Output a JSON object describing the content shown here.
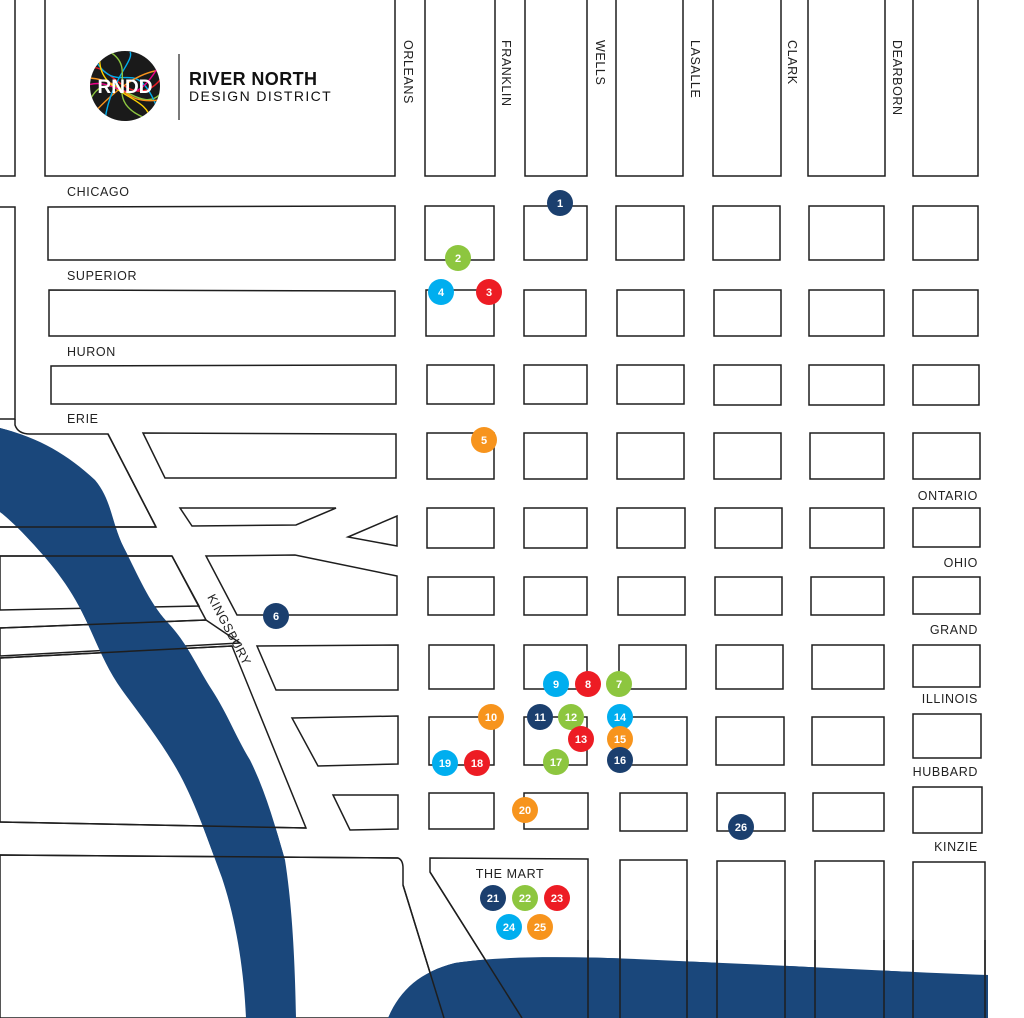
{
  "logo": {
    "badge_text": "RNDD",
    "title": "RIVER NORTH",
    "subtitle": "DESIGN DISTRICT"
  },
  "streets": {
    "orleans": "ORLEANS",
    "franklin": "FRANKLIN",
    "wells": "WELLS",
    "lasalle": "LASALLE",
    "clark": "CLARK",
    "dearborn": "DEARBORN",
    "chicago": "CHICAGO",
    "superior": "SUPERIOR",
    "huron": "HURON",
    "erie": "ERIE",
    "ontario": "ONTARIO",
    "ohio": "OHIO",
    "grand": "GRAND",
    "illinois": "ILLINOIS",
    "hubbard": "HUBBARD",
    "kinzie": "KINZIE",
    "kingsbury": "KINGSBURY"
  },
  "landmarks": {
    "the_mart": "THE MART"
  },
  "colors": {
    "navy": "#1b3f6e",
    "green": "#8dc63f",
    "red": "#ed1c24",
    "cyan": "#00aeef",
    "orange": "#f7941d",
    "river": "#1a477b"
  },
  "markers": [
    {
      "label": "1",
      "color": "navy"
    },
    {
      "label": "2",
      "color": "green"
    },
    {
      "label": "3",
      "color": "red"
    },
    {
      "label": "4",
      "color": "cyan"
    },
    {
      "label": "5",
      "color": "orange"
    },
    {
      "label": "6",
      "color": "navy"
    },
    {
      "label": "7",
      "color": "green"
    },
    {
      "label": "8",
      "color": "red"
    },
    {
      "label": "9",
      "color": "cyan"
    },
    {
      "label": "10",
      "color": "orange"
    },
    {
      "label": "11",
      "color": "navy"
    },
    {
      "label": "12",
      "color": "green"
    },
    {
      "label": "13",
      "color": "red"
    },
    {
      "label": "14",
      "color": "cyan"
    },
    {
      "label": "15",
      "color": "orange"
    },
    {
      "label": "16",
      "color": "navy"
    },
    {
      "label": "17",
      "color": "green"
    },
    {
      "label": "18",
      "color": "red"
    },
    {
      "label": "19",
      "color": "cyan"
    },
    {
      "label": "20",
      "color": "orange"
    },
    {
      "label": "21",
      "color": "navy"
    },
    {
      "label": "22",
      "color": "green"
    },
    {
      "label": "23",
      "color": "red"
    },
    {
      "label": "24",
      "color": "cyan"
    },
    {
      "label": "25",
      "color": "orange"
    },
    {
      "label": "26",
      "color": "navy"
    }
  ]
}
